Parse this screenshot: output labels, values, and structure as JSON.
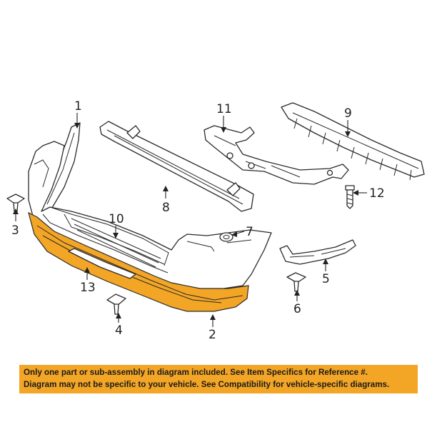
{
  "callouts": {
    "c1": "1",
    "c2": "2",
    "c3": "3",
    "c4": "4",
    "c5": "5",
    "c6": "6",
    "c7": "7",
    "c8": "8",
    "c9": "9",
    "c10": "10",
    "c11": "11",
    "c12": "12",
    "c13": "13"
  },
  "notice": {
    "line1": "Only one part or sub-assembly in diagram included. See Item Specifics for Reference #.",
    "line2": "Diagram may not be specific to your vehicle. See Compatibility for vehicle-specific diagrams."
  },
  "colors": {
    "highlight": "#f3a526",
    "line": "#2a2a2a",
    "background": "#ffffff"
  }
}
